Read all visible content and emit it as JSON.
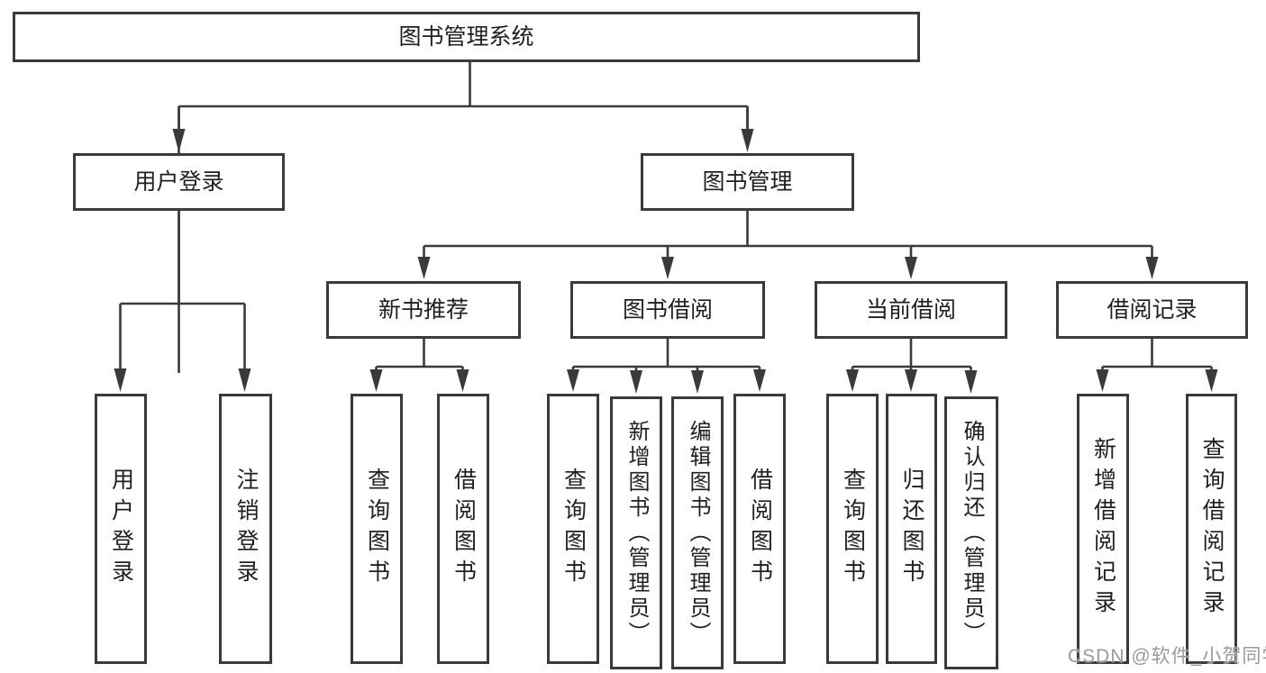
{
  "diagram": {
    "root": {
      "label": "图书管理系统"
    },
    "branches": [
      {
        "label": "用户登录",
        "children": [
          {
            "label": "用户登录"
          },
          {
            "label": "注销登录"
          }
        ]
      },
      {
        "label": "图书管理",
        "children": [
          {
            "label": "新书推荐",
            "children": [
              {
                "label": "查询图书"
              },
              {
                "label": "借阅图书"
              }
            ]
          },
          {
            "label": "图书借阅",
            "children": [
              {
                "label": "查询图书"
              },
              {
                "label": "新增图书（管理员）"
              },
              {
                "label": "编辑图书（管理员）"
              },
              {
                "label": "借阅图书"
              }
            ]
          },
          {
            "label": "当前借阅",
            "children": [
              {
                "label": "查询图书"
              },
              {
                "label": "归还图书"
              },
              {
                "label": "确认归还（管理员）"
              }
            ]
          },
          {
            "label": "借阅记录",
            "children": [
              {
                "label": "新增借阅记录"
              },
              {
                "label": "查询借阅记录"
              }
            ]
          }
        ]
      }
    ]
  },
  "watermark": {
    "text": "CSDN @软件_小贺同学"
  },
  "colors": {
    "line": "#3a3a3a",
    "text": "#1f1f1f",
    "watermark": "#9a9a9a",
    "background": "#ffffff"
  }
}
